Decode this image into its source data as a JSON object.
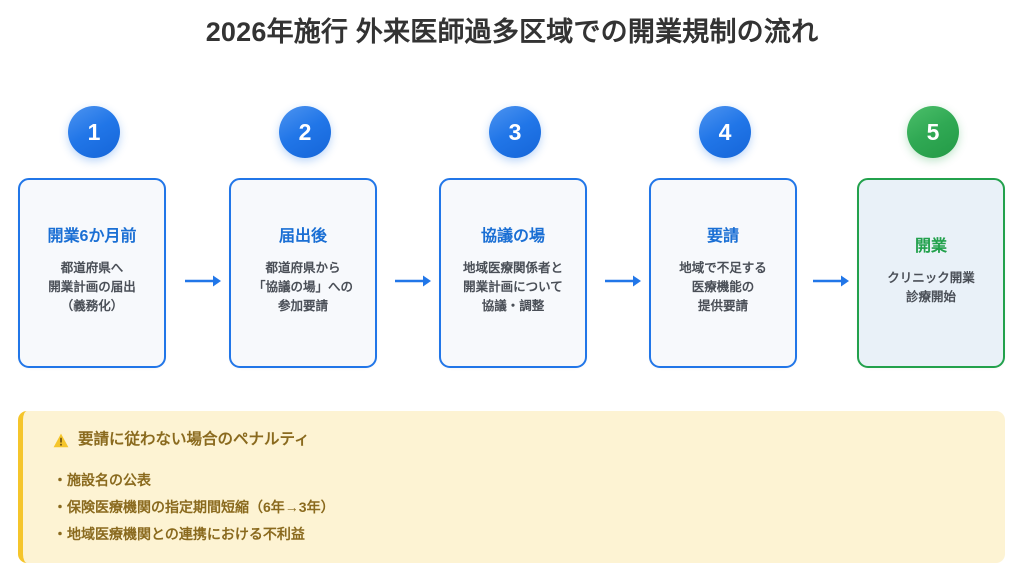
{
  "page": {
    "title": "2026年施行 外来医師過多区域での開業規制の流れ",
    "background": "#ffffff"
  },
  "colors": {
    "blue_accent": "#2176e8",
    "blue_heading": "#1a6fd4",
    "green_accent": "#22a14c",
    "card_bg": "#f7f9fc",
    "card_bg_final": "#e9f1f8",
    "warning_bg": "#fdf3d3",
    "warning_border": "#f5c52b",
    "warning_text": "#8a6a1e",
    "body_text": "#4a4f57"
  },
  "flow": {
    "steps": [
      {
        "number": "1",
        "heading": "開業6か月前",
        "body": [
          "都道府県へ",
          "開業計画の届出",
          "（義務化）"
        ],
        "accent": "blue"
      },
      {
        "number": "2",
        "heading": "届出後",
        "body": [
          "都道府県から",
          "「協議の場」への",
          "参加要請"
        ],
        "accent": "blue"
      },
      {
        "number": "3",
        "heading": "協議の場",
        "body": [
          "地域医療関係者と",
          "開業計画について",
          "協議・調整"
        ],
        "accent": "blue"
      },
      {
        "number": "4",
        "heading": "要請",
        "body": [
          "地域で不足する",
          "医療機能の",
          "提供要請"
        ],
        "accent": "blue"
      },
      {
        "number": "5",
        "heading": "開業",
        "body": [
          "クリニック開業",
          "診療開始"
        ],
        "accent": "green"
      }
    ],
    "arrow_icon": "arrow-right-icon"
  },
  "penalty": {
    "icon": "warning-triangle-icon",
    "title": "要請に従わない場合のペナルティ",
    "items": [
      "・施設名の公表",
      "・保険医療機関の指定期間短縮（6年→3年）",
      "・地域医療機関との連携における不利益"
    ]
  }
}
